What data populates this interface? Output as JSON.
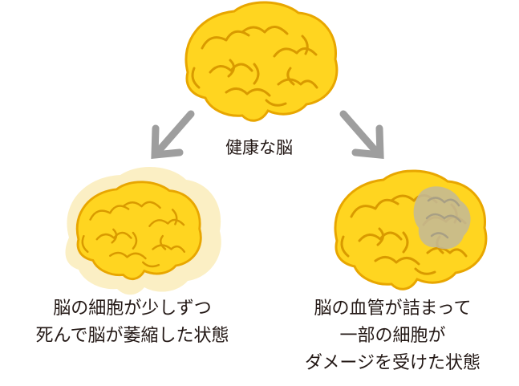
{
  "colors": {
    "brain_fill": "#FFD520",
    "brain_outline": "#E8A600",
    "brain_fold": "#D99A00",
    "atrophy_halo": "#FBEFC4",
    "damage_patch": "#C2B99A",
    "arrow": "#9E9E9E"
  },
  "icons": {
    "top": "healthy-brain-icon",
    "left": "atrophied-brain-icon",
    "right": "damaged-brain-icon",
    "arrows": "arrow-down-icon"
  },
  "captions": {
    "healthy": "健康な脳",
    "atrophy_line1": "脳の細胞が少しずつ",
    "atrophy_line2": "死んで脳が萎縮した状態",
    "vascular_line1": "脳の血管が詰まって",
    "vascular_line2": "一部の細胞が",
    "vascular_line3": "ダメージを受けた状態"
  }
}
